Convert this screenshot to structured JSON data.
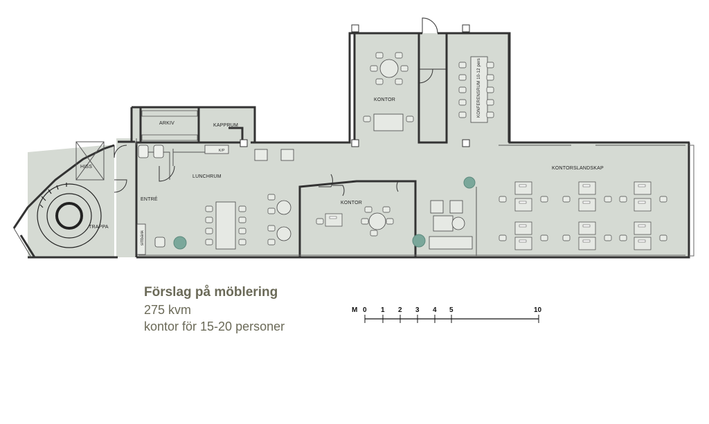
{
  "rooms": {
    "trappa": "TRAPPA",
    "hiss": "HISS",
    "entre": "ENTRÉ",
    "arkiv": "ARKIV",
    "kapprum": "KAPPRUM",
    "kp": "K/P",
    "lunchrum": "LUNCHRUM",
    "sittbank": "sittbänk",
    "kontor_top": "KONTOR",
    "konferens": "KONFERENSRUM 10-12 pers",
    "kontor_mid": "KONTOR",
    "landskap": "KONTORSLANDSKAP"
  },
  "caption": {
    "title": "Förslag på möblering",
    "area": "275 kvm",
    "desc": "kontor för 15-20 personer"
  },
  "scale": {
    "unit": "M",
    "labels": [
      "0",
      "1",
      "2",
      "3",
      "4",
      "5",
      "10"
    ]
  },
  "colors": {
    "floor": "#d5dad3",
    "wall": "#333333",
    "plant": "#7aa79a",
    "caption": "#6b6a58"
  }
}
